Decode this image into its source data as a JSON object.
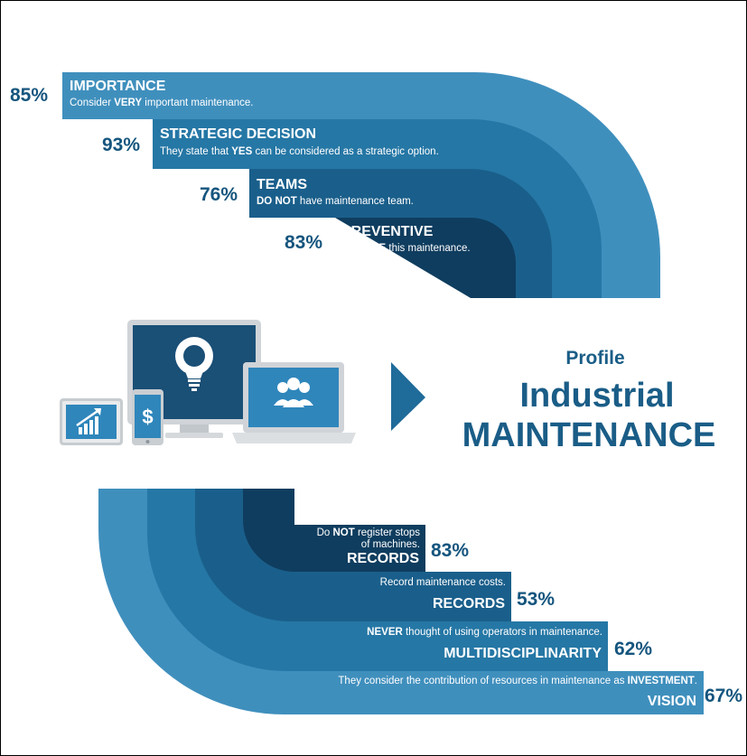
{
  "colors": {
    "band1": "#3f8fbd",
    "band2": "#2577a5",
    "band3": "#1a5f8b",
    "band4": "#0f3d5f",
    "title": "#1a5d87",
    "percent": "#15557e"
  },
  "header": {
    "profile": "Profile",
    "title_line1": "Industrial",
    "title_line2": "MAINTENANCE"
  },
  "icons": [
    "tablet-chart-icon",
    "phone-dollar-icon",
    "monitor-lightbulb-icon",
    "laptop-team-icon",
    "arrow-right-icon"
  ],
  "top_items": [
    {
      "percent": "85%",
      "title": "IMPORTANCE",
      "desc_pre": "Consider ",
      "desc_bold": "VERY",
      "desc_post": " important maintenance."
    },
    {
      "percent": "93%",
      "title": "STRATEGIC DECISION",
      "desc_pre": "They state that ",
      "desc_bold": "YES",
      "desc_post": " can be considered as a strategic option."
    },
    {
      "percent": "76%",
      "title": "TEAMS",
      "desc_pre": "",
      "desc_bold": "DO NOT",
      "desc_post": " have maintenance team."
    },
    {
      "percent": "83%",
      "title": "PREVENTIVE",
      "desc_pre": "",
      "desc_bold": "REALIZE",
      "desc_post": " this maintenance."
    }
  ],
  "bottom_items": [
    {
      "percent": "83%",
      "title": "RECORDS",
      "desc_line1_pre": "Do ",
      "desc_line1_bold": "NOT",
      "desc_line1_post": " register stops",
      "desc_line2": "of machines."
    },
    {
      "percent": "53%",
      "title": "RECORDS",
      "desc_pre": "Record maintenance costs.",
      "desc_bold": "",
      "desc_post": ""
    },
    {
      "percent": "62%",
      "title": "MULTIDISCIPLINARITY",
      "desc_pre": "",
      "desc_bold": "NEVER",
      "desc_post": " thought of using operators in maintenance."
    },
    {
      "percent": "67%",
      "title": "VISION",
      "desc_pre": "They consider the contribution of resources in maintenance as ",
      "desc_bold": "INVESTMENT",
      "desc_post": "."
    }
  ]
}
